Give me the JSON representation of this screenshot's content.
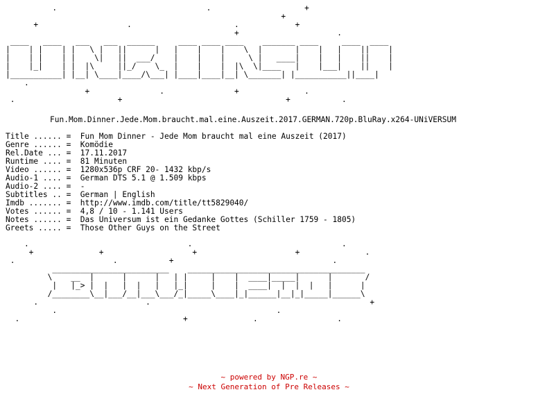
{
  "logo_top": [
    "          .                                .                    +",
    "                                                           +",
    "      +                   .                      .            +",
    "                                                 +                     .",
    " ____   ____   ___   ___  ______     ____ ____ ____    _______ ____     ____  ____",
    "|    | |    | |   \\ |   ||      |   |    |    |    \\  |       |    |   |    ||    |",
    "|    | |    | |    \\|   ||  ___/    |    |    |     \\ |   ____|    |   |    ||    |",
    "|    |_|    | |  |\\     ||_/    \\_  |    |    |  |\\  \\|____   |    |___|    ||    |",
    "|___________| |__| \\____|____/\\___| |____|____|__| \\_______| |___________||____|",
    "    .                                                                        ",
    "                 +               .               +              .",
    " .                      +                                   +           ."
  ],
  "release_name": "Fun.Mom.Dinner.Jede.Mom.braucht.mal.eine.Auszeit.2017.GERMAN.720p.BluRay.x264-UNiVERSUM",
  "info": [
    {
      "key": "Title ......",
      "value": "Fun Mom Dinner - Jede Mom braucht mal eine Auszeit (2017)"
    },
    {
      "key": "Genre ......",
      "value": "Komödie"
    },
    {
      "key": "Rel.Date ...",
      "value": "17.11.2017"
    },
    {
      "key": "Runtime ....",
      "value": "81 Minuten"
    },
    {
      "key": "Video ......",
      "value": "1280x536p CRF 20- 1432 kbp/s"
    },
    {
      "key": "Audio-1 ....",
      "value": "German DTS 5.1 @ 1.509 kbps"
    },
    {
      "key": "Audio-2 ....",
      "value": "-"
    },
    {
      "key": "Subtitles ..",
      "value": "German | English"
    },
    {
      "key": "Imdb .......",
      "value": "http://www.imdb.com/title/tt5829040/"
    },
    {
      "key": "Votes ......",
      "value": "4,8 / 10 - 1.141 Users"
    },
    {
      "key": "Notes ......",
      "value": "Das Universum ist ein Gedanke Gottes (Schiller 1759 - 1805)"
    },
    {
      "key": "Greets .....",
      "value": "Those Other Guys on the Street"
    }
  ],
  "separator": "=",
  "logo_bottom": [
    "    .                                  .                                .",
    "     +              +                   +                     +              .",
    " .                     .           +                                  .",
    "          _________________________    ______________________________________",
    "         \\    __  |      |      |   | |     |    |  ____|_____|      |       /",
    "          |   |_> |  |   |  |   |   |_|     |    |  ____|  |  |  |   |      |",
    "         /________\\__|___/__|___\\___/_|_____\\____|_|______|__|_|_____|______\\",
    "      .                       .                                               +",
    "          .                                               .",
    "  .                                   +              .                 ."
  ],
  "footer": {
    "line1": "~ powered by NGP.re ~",
    "line2": "~ Next Generation of Pre Releases ~"
  },
  "colors": {
    "text": "#000000",
    "footer": "#cc0000",
    "background": "#ffffff"
  }
}
